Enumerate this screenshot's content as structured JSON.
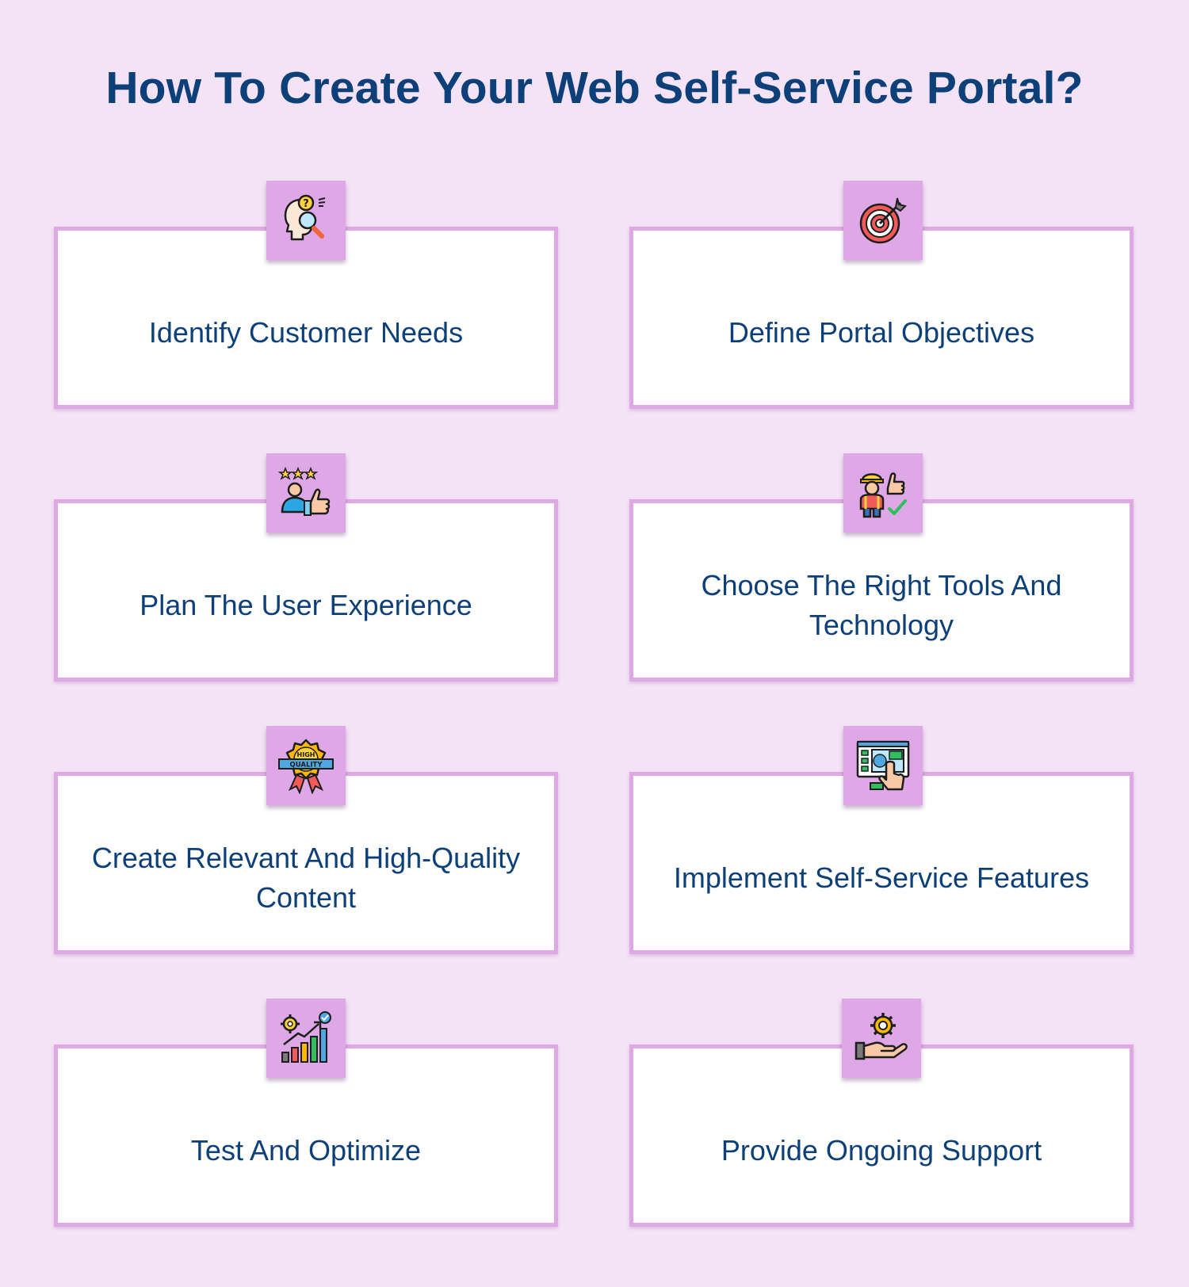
{
  "title": "How To Create Your Web Self-Service Portal?",
  "steps": [
    {
      "label": "Identify Customer Needs",
      "icon": "customer-needs-magnifier-icon"
    },
    {
      "label": "Define Portal Objectives",
      "icon": "target-arrow-icon"
    },
    {
      "label": "Plan The User Experience",
      "icon": "user-thumbs-up-rating-icon"
    },
    {
      "label": "Choose The Right Tools And Technology",
      "icon": "engineer-thumbs-up-icon"
    },
    {
      "label": "Create Relevant And High-Quality Content",
      "icon": "high-quality-badge-icon",
      "badge_top": "HIGH",
      "badge_bottom": "QUALITY"
    },
    {
      "label": "Implement Self-Service Features",
      "icon": "touch-screen-dashboard-icon"
    },
    {
      "label": "Test And Optimize",
      "icon": "growth-chart-gear-icon"
    },
    {
      "label": "Provide Ongoing Support",
      "icon": "hand-gear-support-icon"
    }
  ],
  "colors": {
    "background": "#f4e2f6",
    "card_border": "#dfa9e6",
    "icon_box": "#dea8e7",
    "text": "#0d3f78"
  }
}
